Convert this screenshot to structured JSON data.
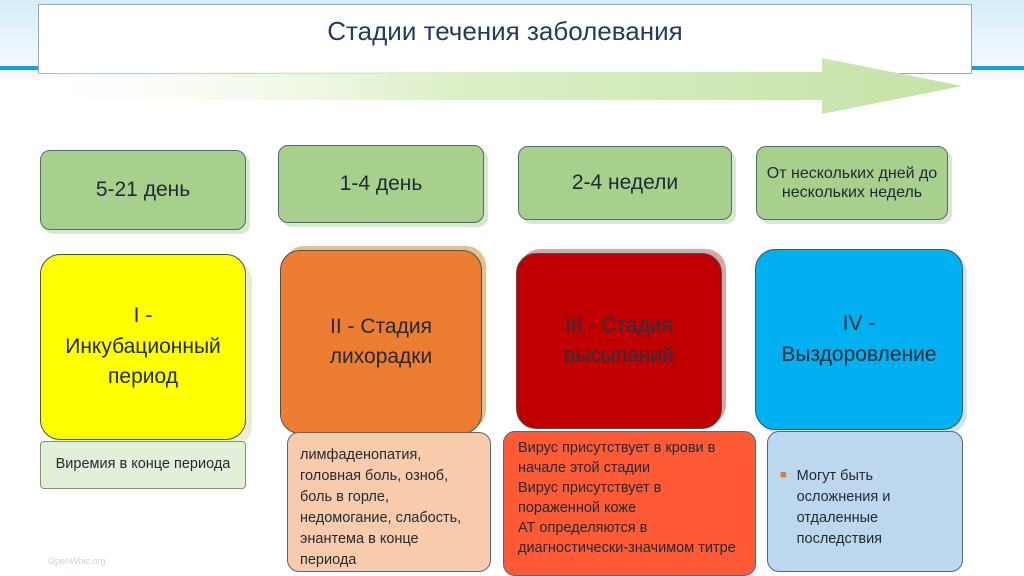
{
  "title": "Стадии течения заболевания",
  "durations": [
    "5-21 день",
    "1-4 день",
    "2-4 недели",
    "От нескольких дней до нескольких недель"
  ],
  "stages": [
    "I - Инкубационный период",
    "II - Стадия лихорадки",
    "III - Стадия высыпаний",
    "IV - Выздоровление"
  ],
  "notes": {
    "stage1": "Виремия в конце периода",
    "stage2": "лимфаденопатия, головная боль, озноб, боль в горле, недомогание, слабость, энантема в конце периода",
    "stage3": [
      "Вирус  присутствует  в крови в начале этой стадии",
      "Вирус присутствует в пораженной коже",
      "АТ  определяются в диагностически-значимом титре"
    ],
    "stage4": "Могут быть осложнения и отдаленные последствия"
  },
  "watermark": "OpenWhiz.org",
  "colors": {
    "duration_fill": "#a8d08d",
    "stage1": "#ffff00",
    "stage2": "#ed7d31",
    "stage3": "#c00000",
    "stage4": "#00b0f0",
    "note1": "#e2efd9",
    "note2": "#f8cbad",
    "note3": "#ff5a36",
    "note4": "#bdd7ee"
  },
  "icons": {
    "note4_bullet": "square-bullet-icon"
  }
}
